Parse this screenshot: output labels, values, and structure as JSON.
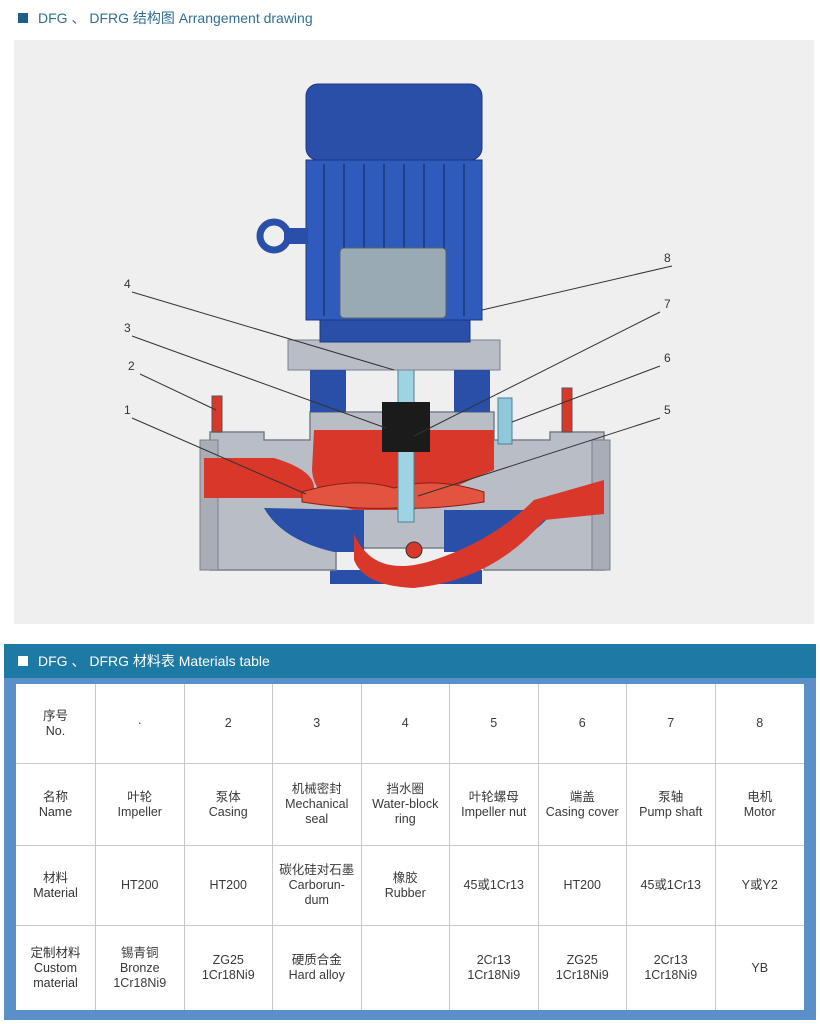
{
  "drawing": {
    "title": "DFG 、 DFRG 结构图 Arrangement drawing",
    "callouts": [
      "1",
      "2",
      "3",
      "4",
      "5",
      "6",
      "7",
      "8"
    ]
  },
  "materials": {
    "title": "DFG 、 DFRG 材料表 Materials table",
    "rows": [
      {
        "head_cn": "序号",
        "head_en": "No.",
        "cells": [
          {
            "cn": "·",
            "en": ""
          },
          {
            "cn": "2",
            "en": ""
          },
          {
            "cn": "3",
            "en": ""
          },
          {
            "cn": "4",
            "en": ""
          },
          {
            "cn": "5",
            "en": ""
          },
          {
            "cn": "6",
            "en": ""
          },
          {
            "cn": "7",
            "en": ""
          },
          {
            "cn": "8",
            "en": ""
          }
        ]
      },
      {
        "head_cn": "名称",
        "head_en": "Name",
        "cells": [
          {
            "cn": "叶轮",
            "en": "Impeller"
          },
          {
            "cn": "泵体",
            "en": "Casing"
          },
          {
            "cn": "机械密封",
            "en": "Mechanical seal"
          },
          {
            "cn": "挡水圈",
            "en": "Water-block ring"
          },
          {
            "cn": "叶轮螺母",
            "en": "Impeller nut"
          },
          {
            "cn": "端盖",
            "en": "Casing cover"
          },
          {
            "cn": "泵轴",
            "en": "Pump shaft"
          },
          {
            "cn": "电机",
            "en": "Motor"
          }
        ]
      },
      {
        "head_cn": "材料",
        "head_en": "Material",
        "cells": [
          {
            "cn": "HT200",
            "en": ""
          },
          {
            "cn": "HT200",
            "en": ""
          },
          {
            "cn": "碳化硅对石墨",
            "en": "Carborun- dum"
          },
          {
            "cn": "橡胶",
            "en": "Rubber"
          },
          {
            "cn": "45或1Cr13",
            "en": ""
          },
          {
            "cn": "HT200",
            "en": ""
          },
          {
            "cn": "45或1Cr13",
            "en": ""
          },
          {
            "cn": "Y或Y2",
            "en": ""
          }
        ]
      },
      {
        "head_cn": "定制材料",
        "head_en": "Custom material",
        "cells": [
          {
            "cn": "锡青铜",
            "en": "Bronze 1Cr18Ni9"
          },
          {
            "cn": "ZG25",
            "en": "1Cr18Ni9"
          },
          {
            "cn": "硬质合金",
            "en": "Hard alloy"
          },
          {
            "cn": "",
            "en": ""
          },
          {
            "cn": "2Cr13",
            "en": "1Cr18Ni9"
          },
          {
            "cn": "ZG25",
            "en": "1Cr18Ni9"
          },
          {
            "cn": "2Cr13",
            "en": "1Cr18Ni9"
          },
          {
            "cn": "YB",
            "en": ""
          }
        ]
      }
    ]
  },
  "colors": {
    "motor_blue": "#2a4fa8",
    "pump_red": "#d9372a",
    "casing_grey": "#b8bcc4",
    "header_teal": "#1c7aa4"
  }
}
